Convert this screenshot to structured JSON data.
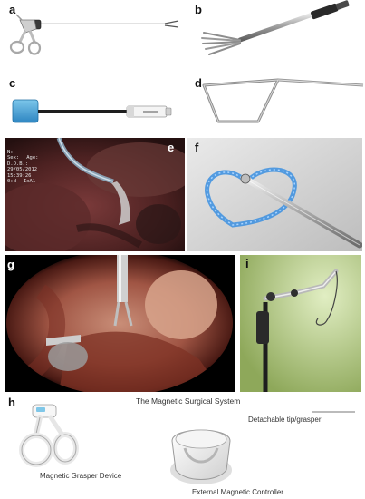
{
  "panels": {
    "a": {
      "label": "a"
    },
    "b": {
      "label": "b"
    },
    "c": {
      "label": "c"
    },
    "d": {
      "label": "d"
    },
    "e": {
      "label": "e",
      "overlay": {
        "name_label": "N:",
        "sex_label": "Sex:",
        "age_label": "Age:",
        "dob": "D.O.B.:",
        "date": "29/05/2012",
        "time": "15:39:26",
        "code": "0:N",
        "mode": "IxA1"
      }
    },
    "f": {
      "label": "f"
    },
    "g": {
      "label": "g"
    },
    "h": {
      "label": "h",
      "title": "The Magnetic Surgical System",
      "tip_caption": "Detachable tip/grasper",
      "grasper_caption": "Magnetic Grasper Device",
      "controller_caption": "External Magnetic Controller"
    },
    "i": {
      "label": "i"
    }
  }
}
